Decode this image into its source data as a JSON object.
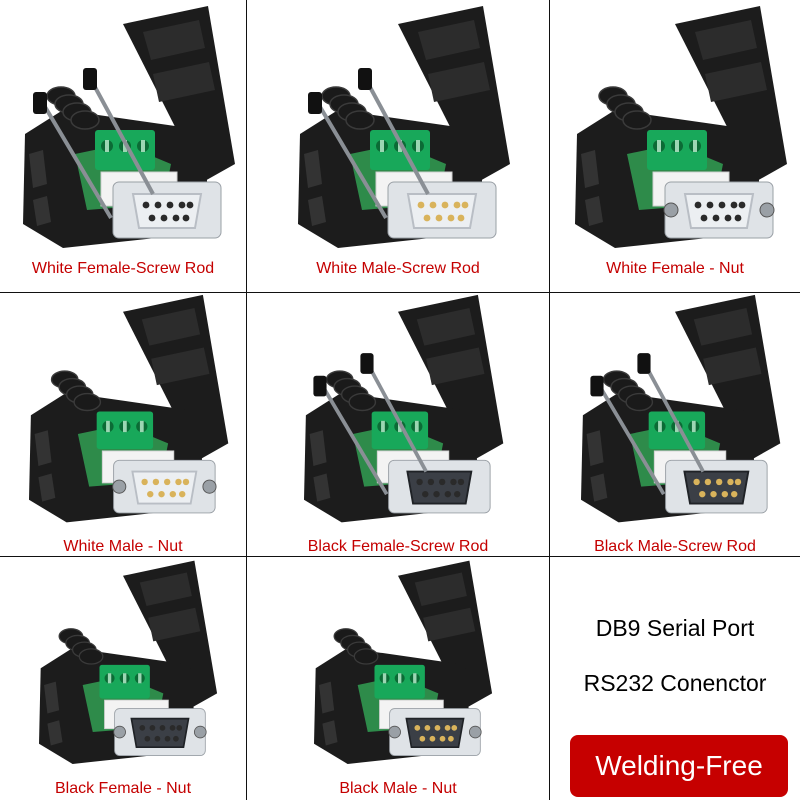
{
  "products": [
    {
      "label": "White Female-Screw Rod",
      "shell": "white",
      "gender": "female",
      "fixing": "screw-rod"
    },
    {
      "label": "White Male-Screw Rod",
      "shell": "white",
      "gender": "male",
      "fixing": "screw-rod"
    },
    {
      "label": "White Female - Nut",
      "shell": "white",
      "gender": "female",
      "fixing": "nut"
    },
    {
      "label": "White Male - Nut",
      "shell": "white",
      "gender": "male",
      "fixing": "nut"
    },
    {
      "label": "Black Female-Screw Rod",
      "shell": "black",
      "gender": "female",
      "fixing": "screw-rod"
    },
    {
      "label": "Black Male-Screw Rod",
      "shell": "black",
      "gender": "male",
      "fixing": "screw-rod"
    },
    {
      "label": "Black Female - Nut",
      "shell": "black",
      "gender": "female",
      "fixing": "nut"
    },
    {
      "label": "Black Male - Nut",
      "shell": "black",
      "gender": "male",
      "fixing": "nut"
    }
  ],
  "info": {
    "line1": "DB9 Serial Port",
    "line2": "RS232 Conenctor",
    "badge": "Welding-Free"
  },
  "colors": {
    "caption": "#c40000",
    "badge_bg": "#c60000",
    "housing": "#1c1c1c",
    "terminal_green": "#18a85a",
    "white_shell": "#eceff2",
    "dark_shell": "#3b3f46"
  }
}
